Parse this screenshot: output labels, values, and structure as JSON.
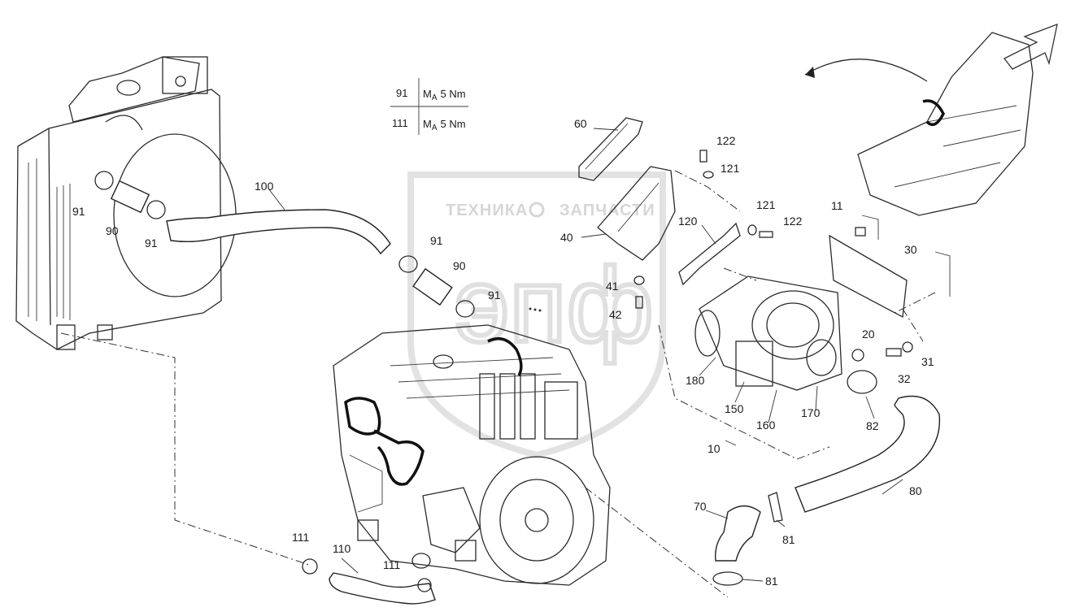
{
  "torque_table": {
    "rows": [
      {
        "part": "91",
        "spec_prefix": "M",
        "spec_sub": "A",
        "spec_value": "5 Nm"
      },
      {
        "part": "111",
        "spec_prefix": "M",
        "spec_sub": "A",
        "spec_value": "5 Nm"
      }
    ]
  },
  "watermark": {
    "left_text": "ТЕХНИКА",
    "right_text": "ЗАПЧАСТИ",
    "logo_text": "эпф"
  },
  "labels": {
    "l91a": "91",
    "l90a": "90",
    "l91b": "91",
    "l100": "100",
    "l91c": "91",
    "l90b": "90",
    "l91d": "91",
    "l60": "60",
    "l40": "40",
    "l122a": "122",
    "l121a": "121",
    "l121b": "121",
    "l122b": "122",
    "l120": "120",
    "l41": "41",
    "l42": "42",
    "l11": "11",
    "l30": "30",
    "l20": "20",
    "l31": "31",
    "l32": "32",
    "l180": "180",
    "l150": "150",
    "l160": "160",
    "l170": "170",
    "l82": "82",
    "l10": "10",
    "l80": "80",
    "l70": "70",
    "l81a": "81",
    "l81b": "81",
    "l111a": "111",
    "l110": "110",
    "l111b": "111"
  }
}
